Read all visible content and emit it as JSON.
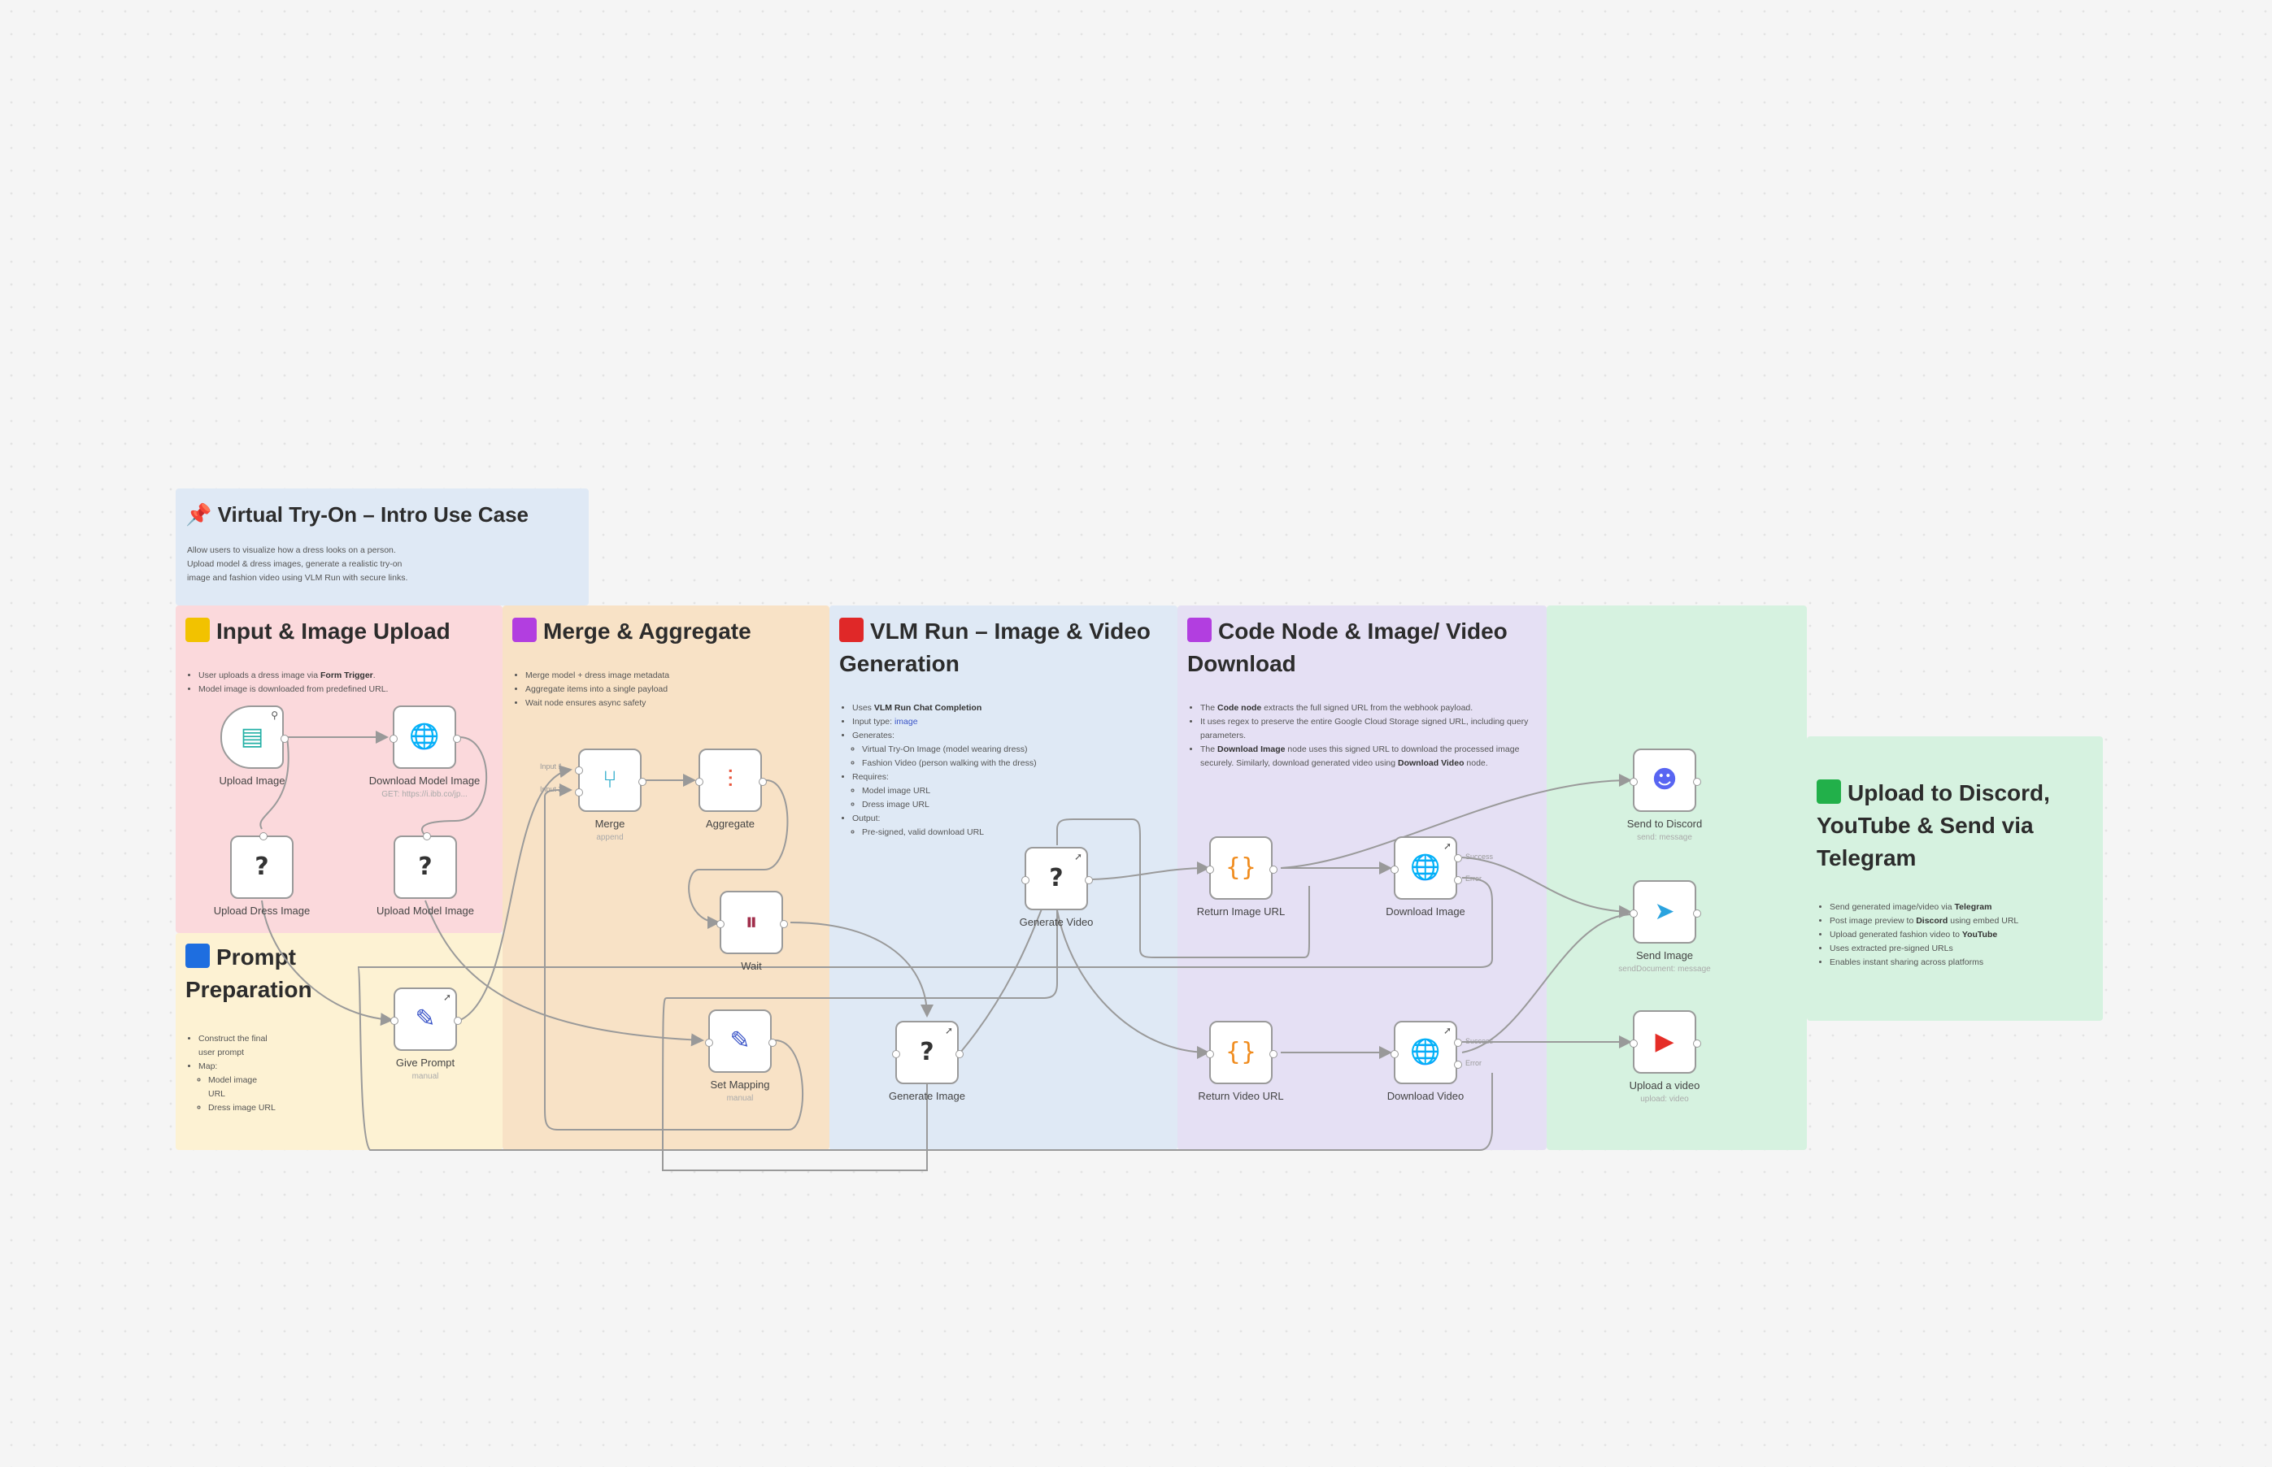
{
  "stickies": {
    "intro": {
      "title": "📌 Virtual Try-On – Intro Use Case",
      "body": [
        "Allow users to visualize how a dress looks on a person.",
        "Upload model & dress images, generate a realistic try-on",
        "image and fashion video using VLM Run with secure links."
      ],
      "color": "#dfe9f5"
    },
    "input": {
      "title": "Input & Image Upload",
      "emoji_color": "#f2c200",
      "color": "#fbd9dc"
    },
    "prompt": {
      "title": "Prompt Preparation",
      "emoji_color": "#1e6ee0",
      "color": "#fdf2d3"
    },
    "merge": {
      "title": "Merge & Aggregate",
      "emoji_color": "#b23ee0",
      "color": "#f8e2c6"
    },
    "vlm": {
      "title": "VLM Run – Image & Video Generation",
      "emoji_color": "#e02828",
      "color": "#dfe9f5"
    },
    "code": {
      "title": "Code Node & Image/ Video Download",
      "emoji_color": "#b23ee0",
      "color": "#e5e0f4"
    },
    "upload_area": {
      "color": "#d6f2e0"
    },
    "upload": {
      "title": "Upload to Discord, YouTube & Send via Telegram",
      "emoji_color": "#22b04a",
      "color": "#d6f2e0"
    }
  },
  "notes": {
    "input_1_pre": "User uploads a dress image via ",
    "input_1_bold": "Form Trigger",
    "input_1_post": ".",
    "input_2": "Model image is downloaded from predefined URL.",
    "prompt_1": "Construct the final user prompt",
    "prompt_2": "Map:",
    "prompt_2a": "Model image URL",
    "prompt_2b": "Dress image URL",
    "merge_1": "Merge model + dress image metadata",
    "merge_2": "Aggregate items into a single payload",
    "merge_3": "Wait node ensures async safety",
    "vlm_1_pre": "Uses ",
    "vlm_1_bold": "VLM Run Chat Completion",
    "vlm_2_pre": "Input type: ",
    "vlm_2_code": "image",
    "vlm_3": "Generates:",
    "vlm_3a": "Virtual Try-On Image (model wearing dress)",
    "vlm_3b": "Fashion Video (person walking with the dress)",
    "vlm_4": "Requires:",
    "vlm_4a": "Model image URL",
    "vlm_4b": "Dress image URL",
    "vlm_5": "Output:",
    "vlm_5a": "Pre-signed, valid download URL",
    "code_1_pre": "The ",
    "code_1_bold": "Code node",
    "code_1_post": " extracts the full signed URL from the webhook payload.",
    "code_2": "It uses regex to preserve the entire Google Cloud Storage signed URL, including query parameters.",
    "code_3_pre": "The ",
    "code_3_bold": "Download Image",
    "code_3_mid": " node uses this signed URL to download the processed image securely. Similarly, download generated video using ",
    "code_3_bold2": "Download Video",
    "code_3_post": " node.",
    "up_1_pre": "Send generated image/video via ",
    "up_1_bold": "Telegram",
    "up_2_pre": "Post image preview to ",
    "up_2_bold": "Discord",
    "up_2_post": " using embed URL",
    "up_3_pre": "Upload generated fashion video to ",
    "up_3_bold": "YouTube",
    "up_4": "Uses extracted pre-signed URLs",
    "up_5": "Enables instant sharing across platforms"
  },
  "nodes": {
    "upload_image": {
      "label": "Upload Image",
      "icon": "form-icon",
      "color": "#23b0a6"
    },
    "download_model_image": {
      "label": "Download Model Image",
      "sub": "GET: https://i.ibb.co/jp...",
      "icon": "globe-icon",
      "color": "#3b55c8"
    },
    "upload_dress_image": {
      "label": "Upload Dress Image",
      "icon": "question-icon"
    },
    "upload_model_image": {
      "label": "Upload Model Image",
      "icon": "question-icon"
    },
    "give_prompt": {
      "label": "Give Prompt",
      "sub": "manual",
      "icon": "pencil-icon",
      "color": "#3b55c8"
    },
    "merge": {
      "label": "Merge",
      "sub": "append",
      "icon": "merge-icon",
      "color": "#23a8c8",
      "input1": "Input 1",
      "input2": "Input 2"
    },
    "aggregate": {
      "label": "Aggregate",
      "icon": "aggregate-icon",
      "color": "#e8553b"
    },
    "wait": {
      "label": "Wait",
      "icon": "pause-icon",
      "color": "#a02d4a"
    },
    "set_mapping": {
      "label": "Set Mapping",
      "sub": "manual",
      "icon": "pencil-icon",
      "color": "#3b55c8"
    },
    "generate_video": {
      "label": "Generate Video",
      "icon": "question-icon"
    },
    "generate_image": {
      "label": "Generate Image",
      "icon": "question-icon"
    },
    "return_image_url": {
      "label": "Return Image URL",
      "icon": "braces-icon",
      "color": "#f08c1e"
    },
    "download_image": {
      "label": "Download Image",
      "icon": "globe-icon",
      "color": "#3b55c8",
      "out1": "Success",
      "out2": "Error"
    },
    "return_video_url": {
      "label": "Return Video URL",
      "icon": "braces-icon",
      "color": "#f08c1e"
    },
    "download_video": {
      "label": "Download Video",
      "icon": "globe-icon",
      "color": "#3b55c8",
      "out1": "Success",
      "out2": "Error"
    },
    "send_to_discord": {
      "label": "Send to Discord",
      "sub": "send: message",
      "icon": "discord-icon",
      "color": "#5865f2"
    },
    "send_image": {
      "label": "Send Image",
      "sub": "sendDocument: message",
      "icon": "telegram-icon",
      "color": "#2aa3df"
    },
    "upload_video": {
      "label": "Upload a video",
      "sub": "upload: video",
      "icon": "youtube-icon",
      "color": "#e52d27"
    }
  }
}
